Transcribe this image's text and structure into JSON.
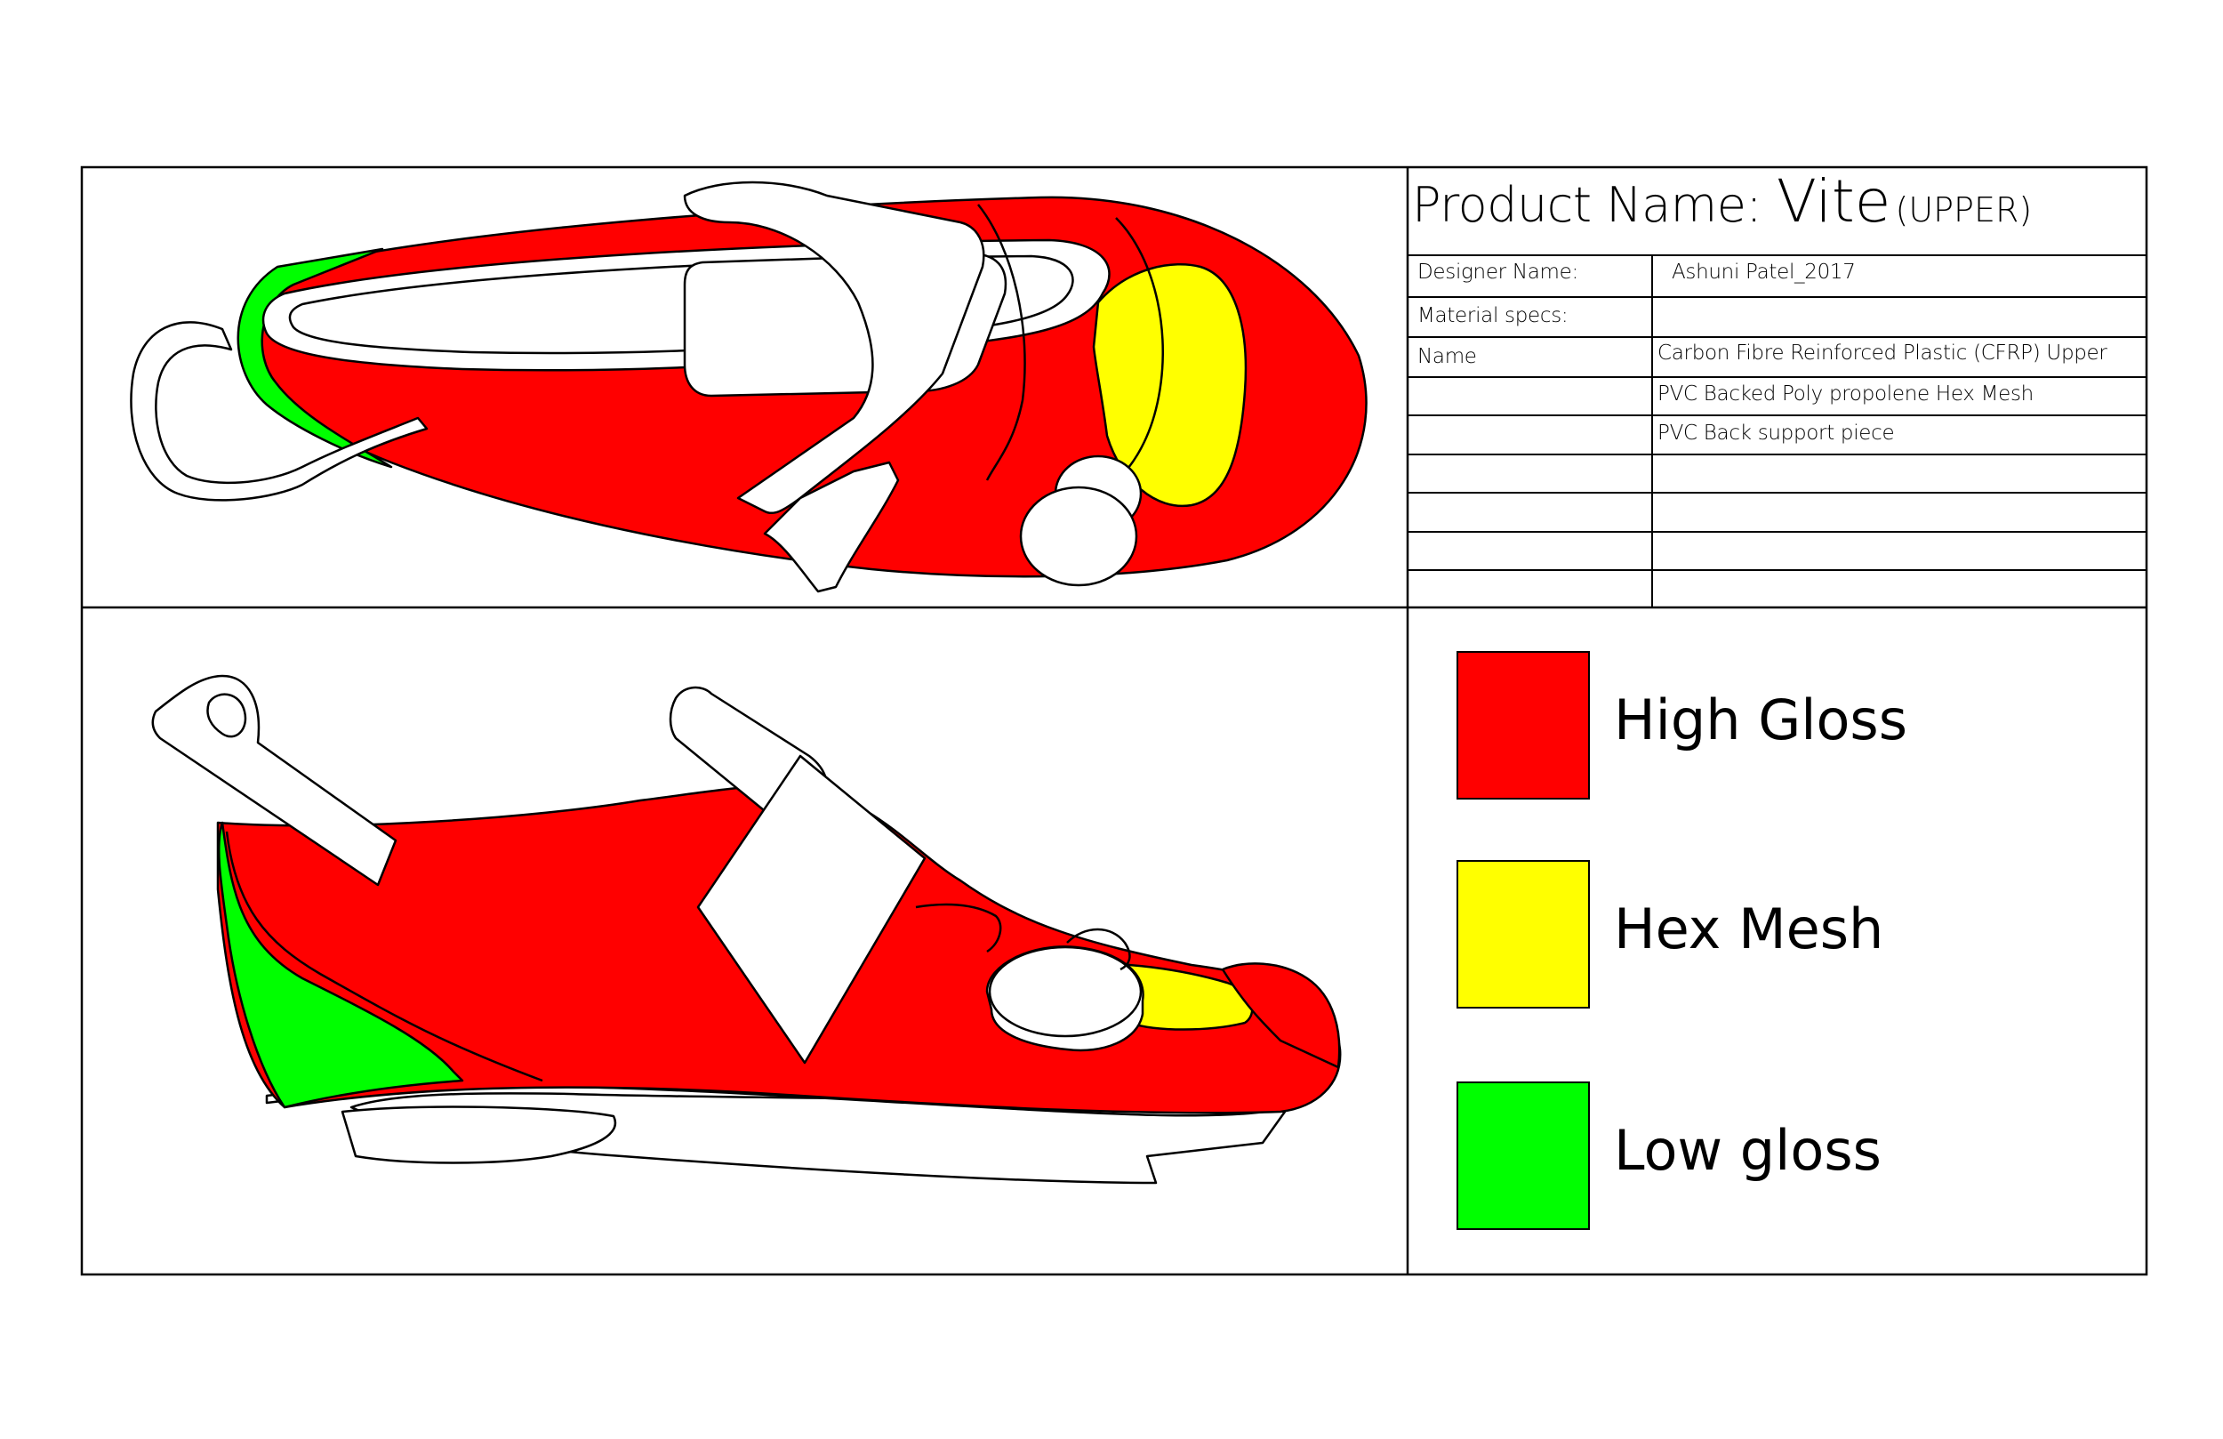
{
  "title": {
    "label": "Product Name: ",
    "product": "Vite",
    "section": "(UPPER)"
  },
  "specs": {
    "designer_label": "Designer Name:",
    "designer_value": "Ashuni Patel_2017",
    "material_label": "Material specs:",
    "name_label": "Name",
    "materials": [
      "Carbon Fibre Reinforced Plastic (CFRP) Upper",
      "PVC Backed Poly propolene   Hex Mesh",
      "PVC Back support piece"
    ]
  },
  "legend": [
    {
      "label": "High Gloss",
      "color": "#ff0000"
    },
    {
      "label": "Hex Mesh",
      "color": "#ffff00"
    },
    {
      "label": "Low gloss",
      "color": "#00ff00"
    }
  ],
  "colors": {
    "high_gloss": "#ff0000",
    "hex_mesh": "#ffff00",
    "low_gloss": "#00ff00",
    "outline": "#000000"
  }
}
